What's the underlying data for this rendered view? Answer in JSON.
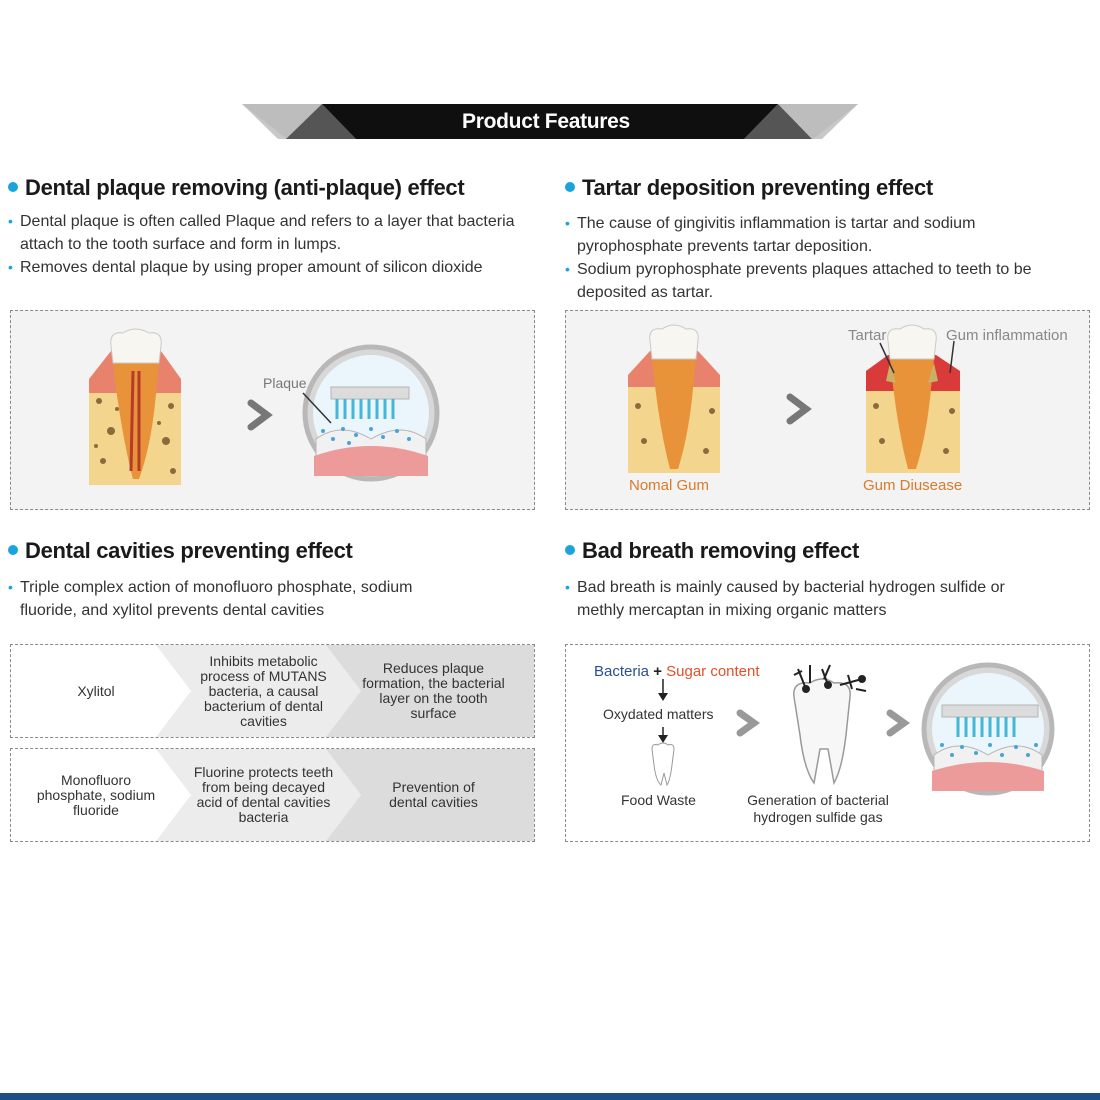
{
  "header": {
    "title": "Product Features"
  },
  "sections": [
    {
      "title": "Dental plaque removing (anti-plaque) effect",
      "bullets": [
        "Dental plaque is often called Plaque and refers to a layer that bacteria attach to the tooth surface and form in lumps.",
        "Removes dental plaque by using proper amount of silicon dioxide"
      ],
      "figure": {
        "plaque_label": "Plaque"
      }
    },
    {
      "title": "Tartar deposition preventing effect",
      "bullets": [
        "The cause of gingivitis inflammation is tartar and sodium pyrophosphate prevents tartar deposition.",
        "Sodium pyrophosphate prevents  plaques attached to teeth to be deposited as tartar."
      ],
      "figure": {
        "tartar_label": "Tartar",
        "gum_inflammation_label": "Gum inflammation",
        "normal_gum_label": "Nomal Gum",
        "gum_disease_label": "Gum Diusease"
      }
    },
    {
      "title": "Dental cavities preventing effect",
      "bullets": [
        "Triple complex action of monofluoro phosphate, sodium fluoride, and xylitol prevents dental cavities"
      ],
      "flows": [
        [
          "Xylitol",
          "Inhibits metabolic process of MUTANS bacteria, a causal bacterium of dental cavities",
          "Reduces plaque formation, the bacterial layer on the tooth surface"
        ],
        [
          "Monofluoro phosphate, sodium fluoride",
          "Fluorine protects teeth from being decayed acid of dental cavities bacteria",
          "Prevention of dental cavities"
        ]
      ]
    },
    {
      "title": "Bad breath removing effect",
      "bullets": [
        "Bad breath is mainly caused by bacterial hydrogen sulfide or methly mercaptan in mixing organic matters"
      ],
      "figure": {
        "bacteria": "Bacteria",
        "plus": "+",
        "sugar": "Sugar content",
        "oxydated": "Oxydated matters",
        "food_waste": "Food Waste",
        "generation": "Generation of bacterial hydrogen sulfide gas"
      }
    }
  ],
  "colors": {
    "accent": "#1aa3dd",
    "banner": "#0f0f0f",
    "bottom_bar": "#1d4f86",
    "sugar": "#e2502a",
    "bacteria": "#2a4f8f",
    "gum_label": "#d97a2b"
  }
}
